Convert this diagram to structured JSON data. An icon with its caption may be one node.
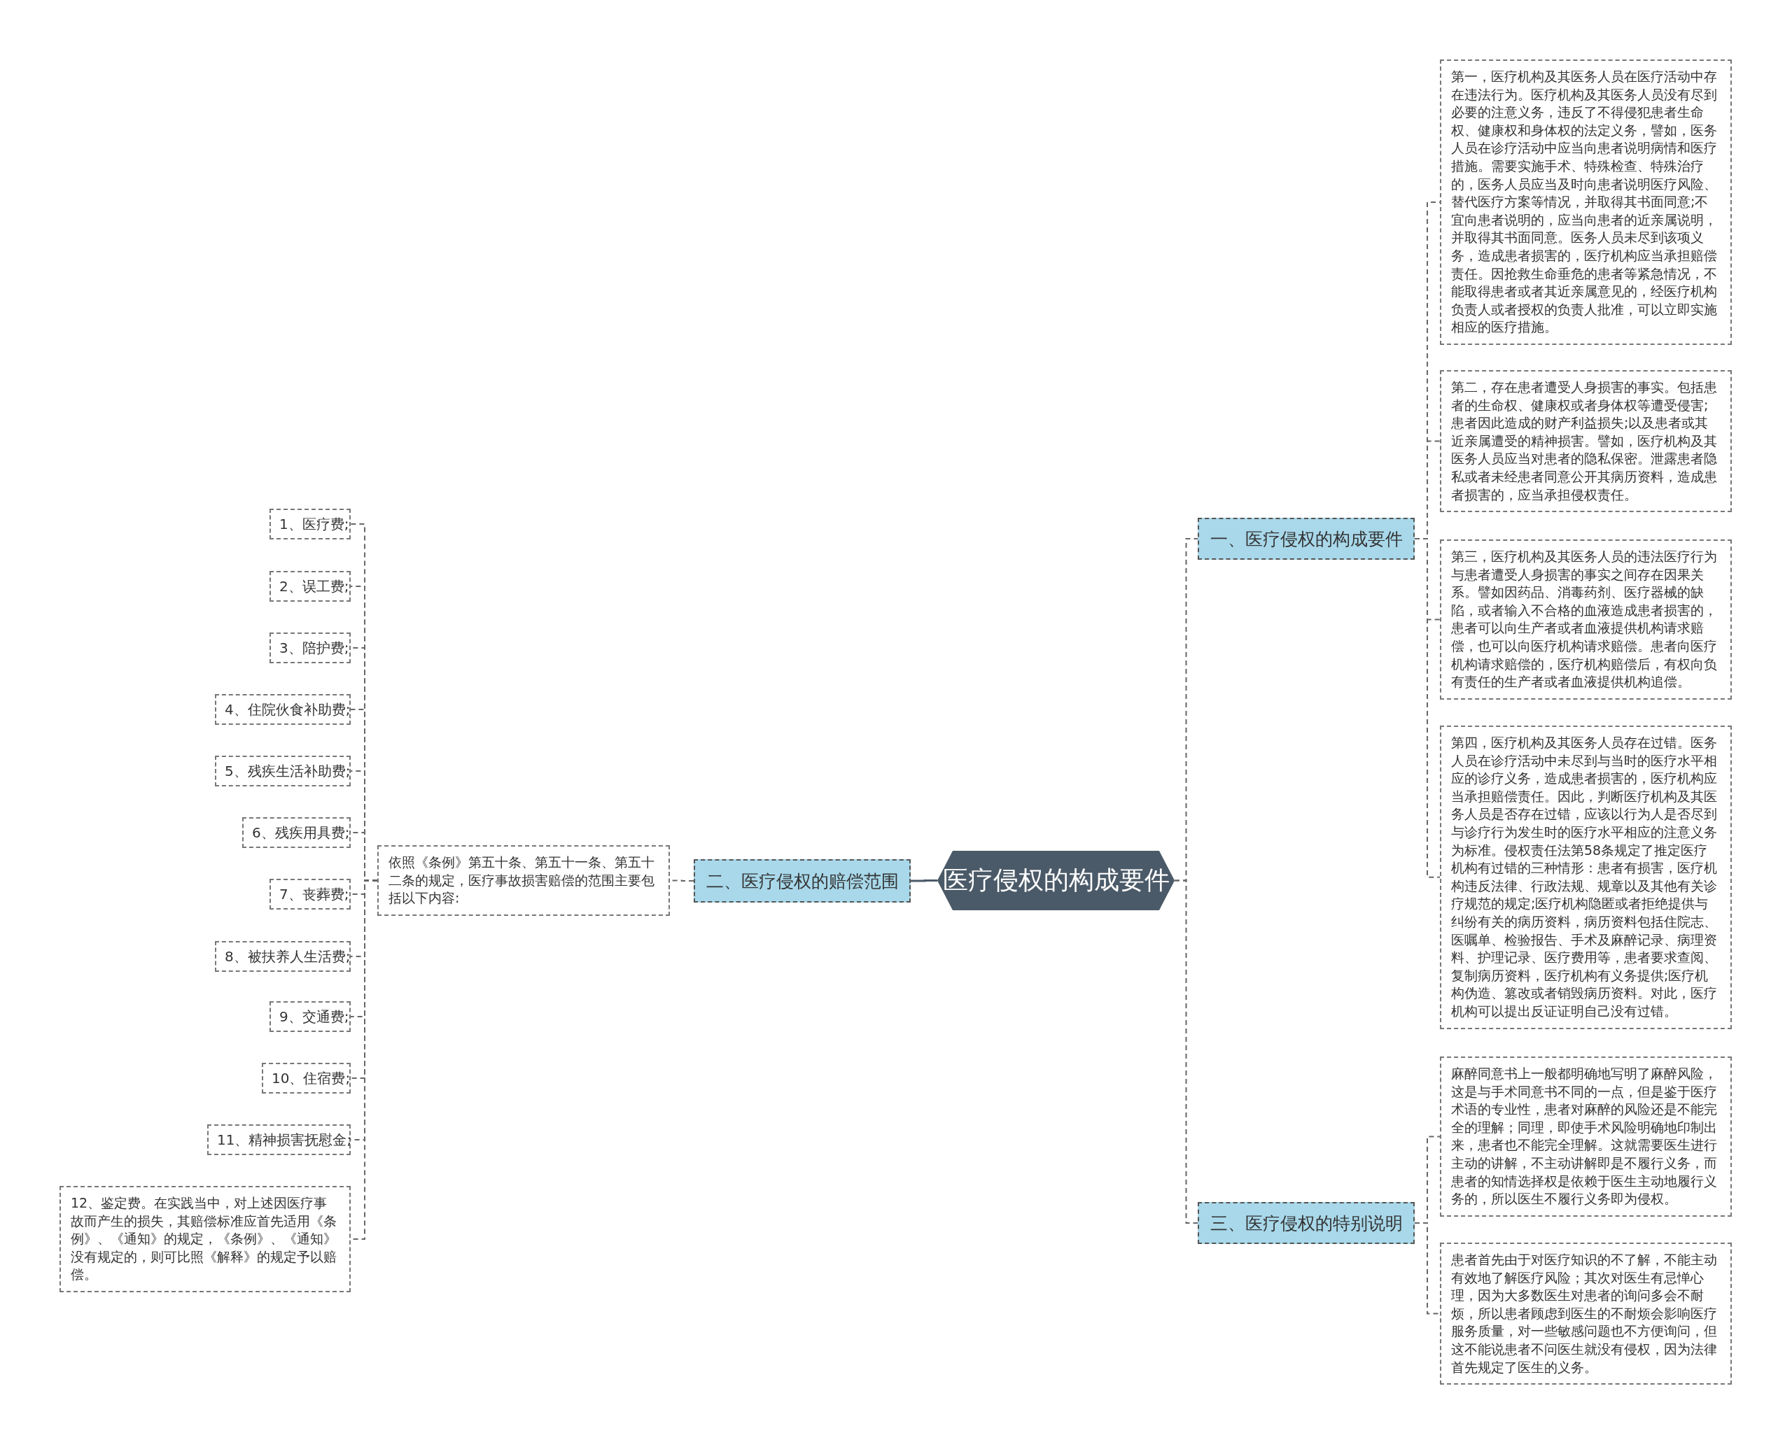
{
  "diagram": {
    "nodes": [
      {
        "text": [
          "医疗侵权的构成要件"
        ]
      },
      {
        "text": [
          "一、医疗侵权的构成要件"
        ]
      },
      {
        "text": [
          "二、医疗侵权的赔偿范围"
        ]
      },
      {
        "text": [
          "三、医疗侵权的特别说明"
        ]
      },
      {
        "text": [
          "第一，医疗机构及其医务人员在医疗活动中存在违法行为。医疗机构及其医务人员没有尽到必要的注意义务，违反了不得侵犯患者生命权、健康权和身体权的法定义务，譬如，医务人员在诊疗活动中应当向患者说明病情和医疗措施。需要实施手术、特殊检查、特殊治疗的，医务人员应当及时向患者说明医疗风险、替代医疗方案等情况，并取得其书面同意;不宜向患者说明的，应当向患者的近亲属说明，并取得其书面同意。医务人员未尽到该项义务，造成患者损害的，医疗机构应当承担赔偿责任。因抢救生命垂危的患者等紧急情况，不能取得患者或者其近亲属意见的，经医疗机构负责人或者授权的负责人批准，可以立即实施相应的医疗措施。"
        ]
      },
      {
        "text": [
          "第二，存在患者遭受人身损害的事实。包括患者的生命权、健康权或者身体权等遭受侵害;患者因此造成的财产利益损失;以及患者或其近亲属遭受的精神损害。譬如，医疗机构及其医务人员应当对患者的隐私保密。泄露患者隐私或者未经患者同意公开其病历资料，造成患者损害的，应当承担侵权责任。"
        ]
      },
      {
        "text": [
          "第三，医疗机构及其医务人员的违法医疗行为与患者遭受人身损害的事实之间存在因果关系。譬如因药品、消毒药剂、医疗器械的缺陷，或者输入不合格的血液造成患者损害的，患者可以向生产者或者血液提供机构请求赔偿，也可以向医疗机构请求赔偿。患者向医疗机构请求赔偿的，医疗机构赔偿后，有权向负有责任的生产者或者血液提供机构追偿。"
        ]
      },
      {
        "text": [
          "第四，医疗机构及其医务人员存在过错。医务人员在诊疗活动中未尽到与当时的医疗水平相应的诊疗义务，造成患者损害的，医疗机构应当承担赔偿责任。因此，判断医疗机构及其医务人员是否存在过错，应该以行为人是否尽到与诊疗行为发生时的医疗水平相应的注意义务为标准。侵权责任法第58条规定了推定医疗机构有过错的三种情形：患者有损害，医疗机构违反法律、行政法规、规章以及其他有关诊疗规范的规定;医疗机构隐匿或者拒绝提供与纠纷有关的病历资料，病历资料包括住院志、医嘱单、检验报告、手术及麻醉记录、病理资料、护理记录、医疗费用等，患者要求查阅、复制病历资料，医疗机构有义务提供;医疗机构伪造、篡改或者销毁病历资料。对此，医疗机构可以提出反证证明自己没有过错。"
        ]
      },
      {
        "text": [
          "麻醉同意书上一般都明确地写明了麻醉风险，这是与手术同意书不同的一点，但是鉴于医疗术语的专业性，患者对麻醉的风险还是不能完全的理解；同理，即使手术风险明确地印制出来，患者也不能完全理解。这就需要医生进行主动的讲解，不主动讲解即是不履行义务，而患者的知情选择权是依赖于医生主动地履行义务的，所以医生不履行义务即为侵权。"
        ]
      },
      {
        "text": [
          "患者首先由于对医疗知识的不了解，不能主动有效地了解医疗风险；其次对医生有忌惮心理，因为大多数医生对患者的询问多会不耐烦，所以患者顾虑到医生的不耐烦会影响医疗服务质量，对一些敏感问题也不方便询问，但这不能说患者不问医生就没有侵权，因为法律首先规定了医生的义务。"
        ]
      },
      {
        "text": [
          "依照《条例》第五十条、第五十一条、第五十二条的规定，医疗事故损害赔偿的范围主要包括以下内容:"
        ]
      },
      {
        "text": [
          "1、医疗费;"
        ]
      },
      {
        "text": [
          "2、误工费;"
        ]
      },
      {
        "text": [
          "3、陪护费;"
        ]
      },
      {
        "text": [
          "4、住院伙食补助费;"
        ]
      },
      {
        "text": [
          "5、残疾生活补助费;"
        ]
      },
      {
        "text": [
          "6、残疾用具费;"
        ]
      },
      {
        "text": [
          "7、丧葬费;"
        ]
      },
      {
        "text": [
          "8、被扶养人生活费;"
        ]
      },
      {
        "text": [
          "9、交通费;"
        ]
      },
      {
        "text": [
          "10、住宿费;"
        ]
      },
      {
        "text": [
          "11、精神损害抚慰金;"
        ]
      },
      {
        "text": [
          "12、鉴定费。在实践当中，对上述因医疗事故而产生的损失，其赔偿标准应首先适用《条例》、《通知》的规定，《条例》、《通知》没有规定的，则可比照《解释》的规定予以赔偿。"
        ]
      }
    ],
    "edges": [
      {
        "from": 0,
        "to": 1,
        "arrow": "none",
        "style": "dashed"
      },
      {
        "from": 0,
        "to": 2,
        "arrow": "none"
      },
      {
        "from": 0,
        "to": 3,
        "arrow": "none",
        "style": "dashed"
      },
      {
        "from": 1,
        "to": 4,
        "arrow": "none",
        "style": "dashed"
      },
      {
        "from": 1,
        "to": 5,
        "arrow": "none",
        "style": "dashed"
      },
      {
        "from": 1,
        "to": 6,
        "arrow": "none",
        "style": "dashed"
      },
      {
        "from": 1,
        "to": 7,
        "arrow": "none",
        "style": "dashed"
      },
      {
        "from": 3,
        "to": 8,
        "arrow": "none",
        "style": "dashed"
      },
      {
        "from": 3,
        "to": 9,
        "arrow": "none",
        "style": "dashed"
      },
      {
        "from": 2,
        "to": 10,
        "arrow": "none",
        "style": "dashed"
      },
      {
        "from": 10,
        "to": 11,
        "arrow": "none",
        "style": "dashed"
      },
      {
        "from": 10,
        "to": 12,
        "arrow": "none",
        "style": "dashed"
      },
      {
        "from": 10,
        "to": 13,
        "arrow": "none",
        "style": "dashed"
      },
      {
        "from": 10,
        "to": 14,
        "arrow": "none",
        "style": "dashed"
      },
      {
        "from": 10,
        "to": 15,
        "arrow": "none",
        "style": "dashed"
      },
      {
        "from": 10,
        "to": 16,
        "arrow": "none",
        "style": "dashed"
      },
      {
        "from": 10,
        "to": 17,
        "arrow": "none",
        "style": "dashed"
      },
      {
        "from": 10,
        "to": 18,
        "arrow": "none",
        "style": "dashed"
      },
      {
        "from": 10,
        "to": 19,
        "arrow": "none",
        "style": "dashed"
      },
      {
        "from": 10,
        "to": 20,
        "arrow": "none",
        "style": "dashed"
      },
      {
        "from": 10,
        "to": 21,
        "arrow": "none",
        "style": "dashed"
      },
      {
        "from": 10,
        "to": 22,
        "arrow": "none",
        "style": "dashed"
      }
    ]
  }
}
